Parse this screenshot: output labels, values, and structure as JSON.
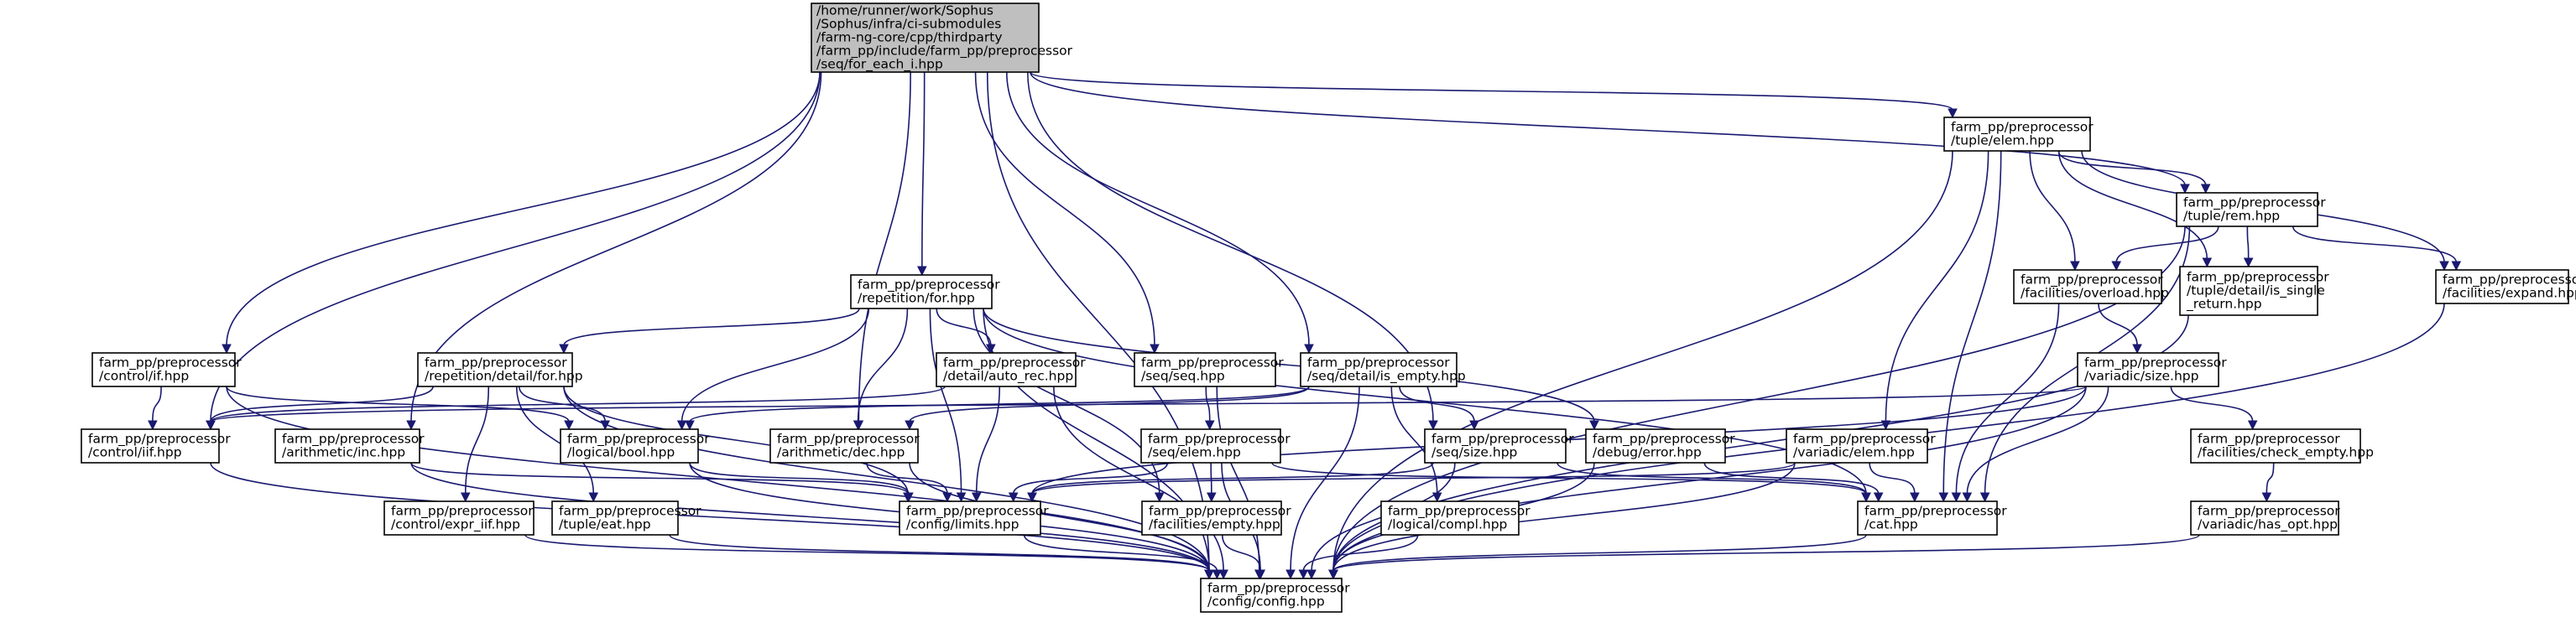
{
  "nodes": [
    {
      "id": "root",
      "lines": [
        "/home/runner/work/Sophus",
        "/Sophus/infra/ci-submodules",
        "/farm-ng-core/cpp/thirdparty",
        "/farm_pp/include/farm_pp/preprocessor",
        "/seq/for_each_i.hpp"
      ],
      "root": true
    },
    {
      "id": "tuple_elem",
      "lines": [
        "farm_pp/preprocessor",
        "/tuple/elem.hpp"
      ]
    },
    {
      "id": "tuple_rem",
      "lines": [
        "farm_pp/preprocessor",
        "/tuple/rem.hpp"
      ]
    },
    {
      "id": "rep_for",
      "lines": [
        "farm_pp/preprocessor",
        "/repetition/for.hpp"
      ]
    },
    {
      "id": "fac_overload",
      "lines": [
        "farm_pp/preprocessor",
        "/facilities/overload.hpp"
      ]
    },
    {
      "id": "tuple_single",
      "lines": [
        "farm_pp/preprocessor",
        "/tuple/detail/is_single",
        "_return.hpp"
      ]
    },
    {
      "id": "fac_expand",
      "lines": [
        "farm_pp/preprocessor",
        "/facilities/expand.hpp"
      ]
    },
    {
      "id": "control_if",
      "lines": [
        "farm_pp/preprocessor",
        "/control/if.hpp"
      ]
    },
    {
      "id": "rep_detail_for",
      "lines": [
        "farm_pp/preprocessor",
        "/repetition/detail/for.hpp"
      ]
    },
    {
      "id": "detail_auto_rec",
      "lines": [
        "farm_pp/preprocessor",
        "/detail/auto_rec.hpp"
      ]
    },
    {
      "id": "seq_seq",
      "lines": [
        "farm_pp/preprocessor",
        "/seq/seq.hpp"
      ]
    },
    {
      "id": "seq_is_empty",
      "lines": [
        "farm_pp/preprocessor",
        "/seq/detail/is_empty.hpp"
      ]
    },
    {
      "id": "variadic_size",
      "lines": [
        "farm_pp/preprocessor",
        "/variadic/size.hpp"
      ]
    },
    {
      "id": "control_iif",
      "lines": [
        "farm_pp/preprocessor",
        "/control/iif.hpp"
      ]
    },
    {
      "id": "arith_inc",
      "lines": [
        "farm_pp/preprocessor",
        "/arithmetic/inc.hpp"
      ]
    },
    {
      "id": "logical_bool",
      "lines": [
        "farm_pp/preprocessor",
        "/logical/bool.hpp"
      ]
    },
    {
      "id": "arith_dec",
      "lines": [
        "farm_pp/preprocessor",
        "/arithmetic/dec.hpp"
      ]
    },
    {
      "id": "seq_elem",
      "lines": [
        "farm_pp/preprocessor",
        "/seq/elem.hpp"
      ]
    },
    {
      "id": "seq_size",
      "lines": [
        "farm_pp/preprocessor",
        "/seq/size.hpp"
      ]
    },
    {
      "id": "debug_error",
      "lines": [
        "farm_pp/preprocessor",
        "/debug/error.hpp"
      ]
    },
    {
      "id": "variadic_elem",
      "lines": [
        "farm_pp/preprocessor",
        "/variadic/elem.hpp"
      ]
    },
    {
      "id": "fac_check_empty",
      "lines": [
        "farm_pp/preprocessor",
        "/facilities/check_empty.hpp"
      ]
    },
    {
      "id": "control_expr_iif",
      "lines": [
        "farm_pp/preprocessor",
        "/control/expr_iif.hpp"
      ]
    },
    {
      "id": "tuple_eat",
      "lines": [
        "farm_pp/preprocessor",
        "/tuple/eat.hpp"
      ]
    },
    {
      "id": "config_limits",
      "lines": [
        "farm_pp/preprocessor",
        "/config/limits.hpp"
      ]
    },
    {
      "id": "fac_empty",
      "lines": [
        "farm_pp/preprocessor",
        "/facilities/empty.hpp"
      ]
    },
    {
      "id": "logical_compl",
      "lines": [
        "farm_pp/preprocessor",
        "/logical/compl.hpp"
      ]
    },
    {
      "id": "cat",
      "lines": [
        "farm_pp/preprocessor",
        "/cat.hpp"
      ]
    },
    {
      "id": "variadic_has_opt",
      "lines": [
        "farm_pp/preprocessor",
        "/variadic/has_opt.hpp"
      ]
    },
    {
      "id": "config_config",
      "lines": [
        "farm_pp/preprocessor",
        "/config/config.hpp"
      ]
    }
  ],
  "edges": [
    [
      "root",
      "tuple_elem"
    ],
    [
      "root",
      "tuple_rem"
    ],
    [
      "root",
      "rep_for"
    ],
    [
      "root",
      "control_if"
    ],
    [
      "root",
      "control_iif"
    ],
    [
      "root",
      "arith_inc"
    ],
    [
      "root",
      "arith_dec"
    ],
    [
      "root",
      "seq_seq"
    ],
    [
      "root",
      "seq_is_empty"
    ],
    [
      "root",
      "seq_size"
    ],
    [
      "root",
      "config_config"
    ],
    [
      "tuple_elem",
      "tuple_rem"
    ],
    [
      "tuple_elem",
      "fac_overload"
    ],
    [
      "tuple_elem",
      "tuple_single"
    ],
    [
      "tuple_elem",
      "fac_expand"
    ],
    [
      "tuple_elem",
      "variadic_elem"
    ],
    [
      "tuple_elem",
      "cat"
    ],
    [
      "tuple_elem",
      "config_config"
    ],
    [
      "tuple_rem",
      "fac_overload"
    ],
    [
      "tuple_rem",
      "tuple_single"
    ],
    [
      "tuple_rem",
      "fac_expand"
    ],
    [
      "tuple_rem",
      "cat"
    ],
    [
      "tuple_rem",
      "config_config"
    ],
    [
      "fac_overload",
      "variadic_size"
    ],
    [
      "fac_overload",
      "cat"
    ],
    [
      "tuple_single",
      "config_config"
    ],
    [
      "fac_expand",
      "config_config"
    ],
    [
      "variadic_size",
      "control_iif"
    ],
    [
      "variadic_size",
      "config_limits"
    ],
    [
      "variadic_size",
      "fac_check_empty"
    ],
    [
      "variadic_size",
      "cat"
    ],
    [
      "variadic_size",
      "config_config"
    ],
    [
      "fac_check_empty",
      "variadic_has_opt"
    ],
    [
      "variadic_has_opt",
      "config_config"
    ],
    [
      "rep_for",
      "rep_detail_for"
    ],
    [
      "rep_for",
      "detail_auto_rec"
    ],
    [
      "rep_for",
      "logical_bool"
    ],
    [
      "rep_for",
      "arith_dec"
    ],
    [
      "rep_for",
      "config_limits"
    ],
    [
      "rep_for",
      "fac_empty"
    ],
    [
      "rep_for",
      "debug_error"
    ],
    [
      "rep_for",
      "cat"
    ],
    [
      "rep_for",
      "config_config"
    ],
    [
      "rep_detail_for",
      "control_iif"
    ],
    [
      "rep_detail_for",
      "logical_bool"
    ],
    [
      "rep_detail_for",
      "control_expr_iif"
    ],
    [
      "rep_detail_for",
      "tuple_eat"
    ],
    [
      "rep_detail_for",
      "config_limits"
    ],
    [
      "rep_detail_for",
      "config_config"
    ],
    [
      "detail_auto_rec",
      "control_iif"
    ],
    [
      "detail_auto_rec",
      "config_limits"
    ],
    [
      "detail_auto_rec",
      "config_config"
    ],
    [
      "control_if",
      "control_iif"
    ],
    [
      "control_if",
      "logical_bool"
    ],
    [
      "control_if",
      "config_config"
    ],
    [
      "control_iif",
      "config_config"
    ],
    [
      "arith_inc",
      "config_limits"
    ],
    [
      "arith_inc",
      "config_config"
    ],
    [
      "logical_bool",
      "config_limits"
    ],
    [
      "logical_bool",
      "config_config"
    ],
    [
      "arith_dec",
      "config_limits"
    ],
    [
      "arith_dec",
      "config_config"
    ],
    [
      "seq_seq",
      "seq_elem"
    ],
    [
      "seq_seq",
      "config_config"
    ],
    [
      "seq_elem",
      "config_limits"
    ],
    [
      "seq_elem",
      "fac_empty"
    ],
    [
      "seq_elem",
      "cat"
    ],
    [
      "seq_elem",
      "config_config"
    ],
    [
      "seq_is_empty",
      "logical_bool"
    ],
    [
      "seq_is_empty",
      "arith_dec"
    ],
    [
      "seq_is_empty",
      "seq_size"
    ],
    [
      "seq_is_empty",
      "logical_compl"
    ],
    [
      "seq_is_empty",
      "config_config"
    ],
    [
      "seq_size",
      "config_limits"
    ],
    [
      "seq_size",
      "cat"
    ],
    [
      "seq_size",
      "config_config"
    ],
    [
      "debug_error",
      "cat"
    ],
    [
      "debug_error",
      "config_config"
    ],
    [
      "variadic_elem",
      "config_limits"
    ],
    [
      "variadic_elem",
      "cat"
    ],
    [
      "variadic_elem",
      "config_config"
    ],
    [
      "control_expr_iif",
      "config_config"
    ],
    [
      "tuple_eat",
      "config_config"
    ],
    [
      "config_limits",
      "config_config"
    ],
    [
      "fac_empty",
      "config_config"
    ],
    [
      "logical_compl",
      "config_config"
    ],
    [
      "cat",
      "config_config"
    ]
  ]
}
